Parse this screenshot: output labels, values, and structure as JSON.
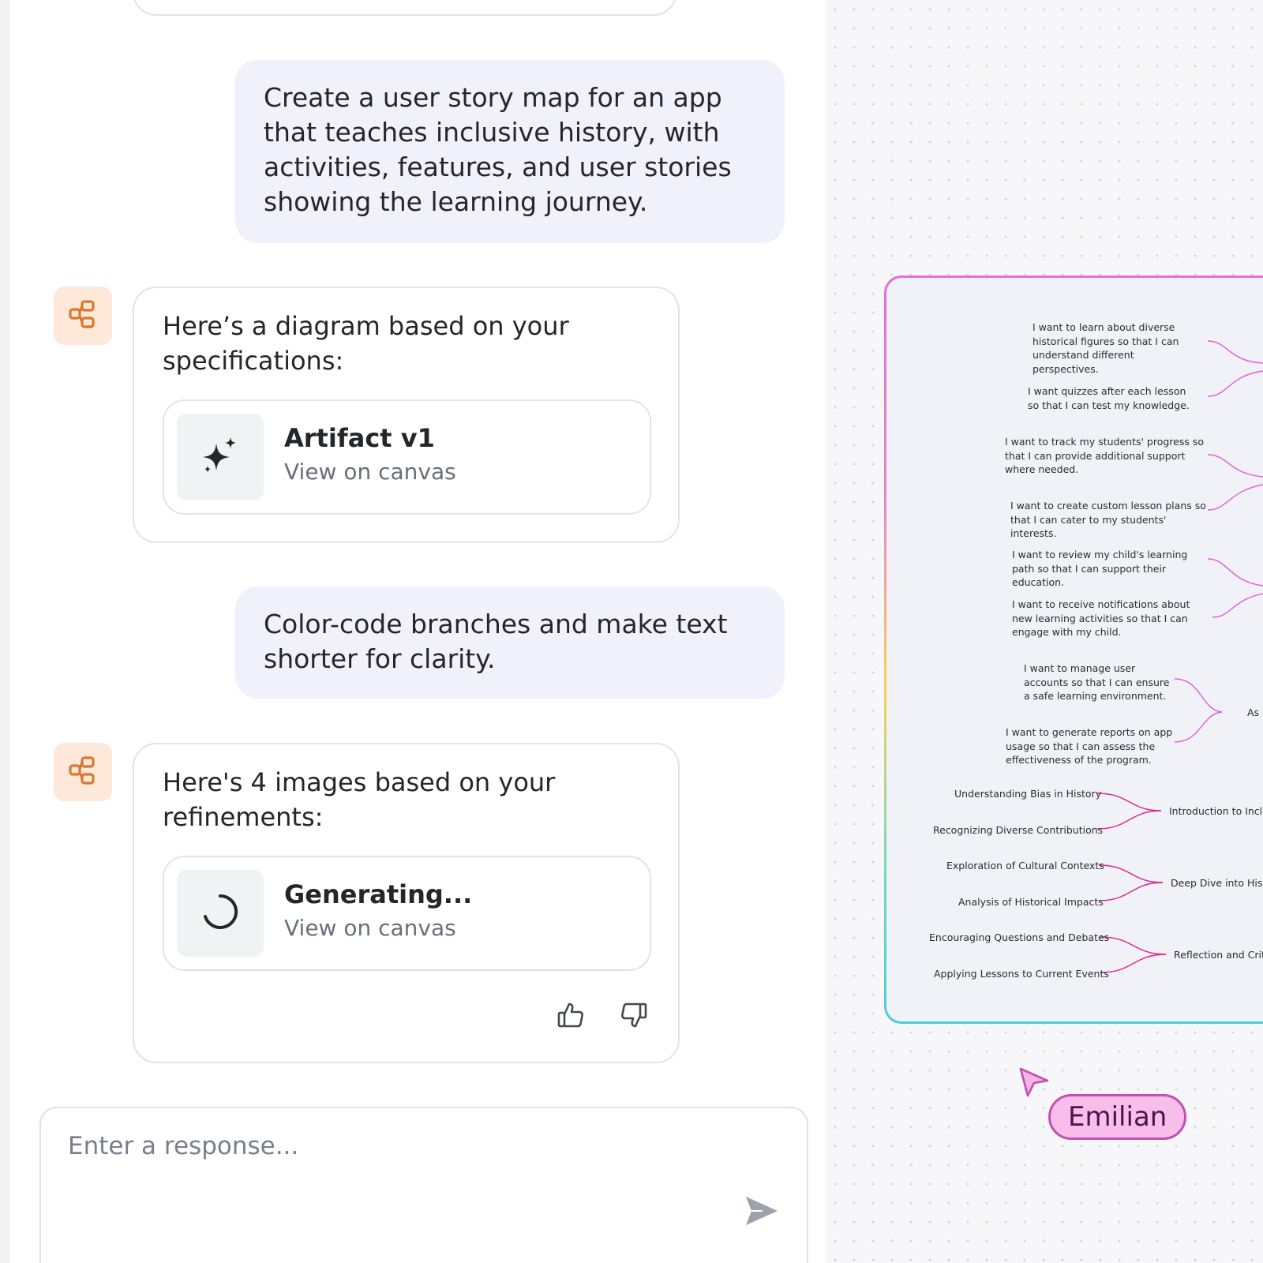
{
  "chat": {
    "messages": [
      {
        "role": "user",
        "text": "Create a user story map for an app that teaches inclusive history, with activities, features, and user stories showing the learning journey."
      },
      {
        "role": "assistant",
        "text": "Here’s a diagram based on your specifications:",
        "artifact": {
          "title": "Artifact v1",
          "subtitle": "View on canvas",
          "icon": "sparkle-icon"
        }
      },
      {
        "role": "user",
        "text": "Color-code branches and make text shorter for clarity."
      },
      {
        "role": "assistant",
        "text": "Here's 4 images based on your refinements:",
        "artifact": {
          "title": "Generating...",
          "subtitle": "View on canvas",
          "icon": "spinner-icon"
        }
      }
    ],
    "avatar_icon": "diagram-nodes-icon",
    "feedback": {
      "up_icon": "thumbs-up-icon",
      "down_icon": "thumbs-down-icon"
    },
    "composer": {
      "placeholder": "Enter a response...",
      "send_icon": "send-icon"
    }
  },
  "canvas": {
    "story_map": {
      "user_stories": [
        "I want to learn about diverse historical figures so that I can understand different perspectives.",
        "I want quizzes after each lesson so that I can test my knowledge.",
        "I want to track my students' progress so that I can provide additional support where needed.",
        "I want to create custom lesson plans so that I can cater to my students' interests.",
        "I want to review my child's learning path so that I can support their education.",
        "I want to receive notifications about new learning activities so that I can engage with my child.",
        "I want to manage user accounts so that I can ensure a safe learning environment.",
        "I want to generate reports on app usage so that I can assess the effectiveness of the program."
      ],
      "persona_fragment": "As a",
      "stages": [
        {
          "label": "Introduction to Inclu",
          "activities": [
            "Understanding Bias in History",
            "Recognizing Diverse Contributions"
          ]
        },
        {
          "label": "Deep Dive into Histo",
          "activities": [
            "Exploration of Cultural Contexts",
            "Analysis of Historical Impacts"
          ]
        },
        {
          "label": "Reflection and Critic",
          "activities": [
            "Encouraging Questions and Debates",
            "Applying Lessons to Current Events"
          ]
        }
      ],
      "colors": {
        "branch": "#e35bd8",
        "stage_branch": "#e0248a",
        "frame_top": "#e56fd3",
        "frame_bottom": "#4bcfd6"
      }
    },
    "collaborator": {
      "name": "Emilian",
      "color": "#f8bde8",
      "cursor_icon": "pointer-cursor-icon"
    }
  }
}
